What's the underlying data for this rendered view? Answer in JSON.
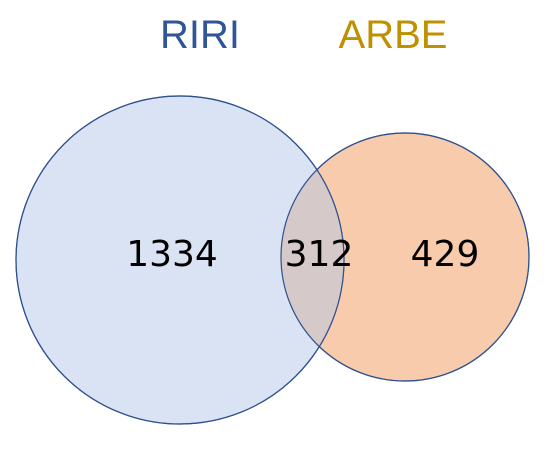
{
  "venn": {
    "sets": [
      {
        "name": "RIRI",
        "only_count": "1334",
        "fill_color": "#dae3f3",
        "stroke_color": "#2f528f",
        "label_color": "#2f5597"
      },
      {
        "name": "ARBE",
        "only_count": "429",
        "fill_color": "#f8cbad",
        "stroke_color": "#2f528f",
        "label_color": "#bf9000"
      }
    ],
    "intersection_count": "312",
    "intersection_fill_color": "#d6c9c9"
  }
}
